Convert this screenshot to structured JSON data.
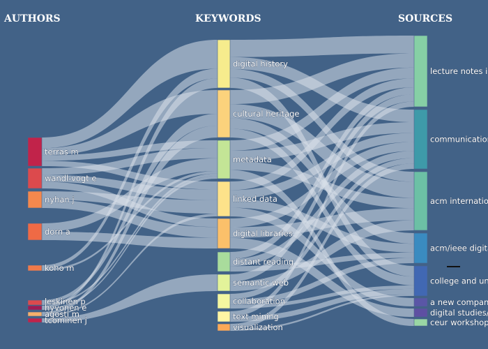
{
  "headers": {
    "authors": "AUTHORS",
    "keywords": "KEYWORDS",
    "sources": "SOURCES"
  },
  "colors": {
    "background": "#426287",
    "link": "#d9e0ea"
  },
  "chart_data": {
    "type": "sankey",
    "columns": [
      "AUTHORS",
      "KEYWORDS",
      "SOURCES"
    ],
    "nodes": {
      "authors": [
        {
          "id": "terras",
          "label": "terras m",
          "value": 16,
          "color": "#c1234a"
        },
        {
          "id": "wandl",
          "label": "wandl-vogt e",
          "value": 12,
          "color": "#dc4a4d"
        },
        {
          "id": "nyhan",
          "label": "nyhan j",
          "value": 10,
          "color": "#f4884d"
        },
        {
          "id": "dorn",
          "label": "dorn a",
          "value": 10,
          "color": "#ef6a45"
        },
        {
          "id": "koho",
          "label": "koho m",
          "value": 3,
          "color": "#f07a4a"
        },
        {
          "id": "leskinen",
          "label": "leskinen p",
          "value": 3,
          "color": "#dc4a4d"
        },
        {
          "id": "hyvonen",
          "label": "hyvonen e",
          "value": 3,
          "color": "#a01b53"
        },
        {
          "id": "agosti",
          "label": "agosti m",
          "value": 3,
          "color": "#f6b06b"
        },
        {
          "id": "tcominen",
          "label": "tcominen j",
          "value": 2,
          "color": "#c1234a"
        }
      ],
      "keywords": [
        {
          "id": "history",
          "label": "digital history",
          "value": 28,
          "color": "#f6ec8d"
        },
        {
          "id": "heritage",
          "label": "cultural heritage",
          "value": 27,
          "color": "#fbd27c"
        },
        {
          "id": "metadata",
          "label": "metadata",
          "value": 22,
          "color": "#c3e596"
        },
        {
          "id": "linked",
          "label": "linked data",
          "value": 20,
          "color": "#fde28a"
        },
        {
          "id": "libraries",
          "label": "digital libraries",
          "value": 17,
          "color": "#fbc06a"
        },
        {
          "id": "distant",
          "label": "distant reading",
          "value": 11,
          "color": "#a9dc9c"
        },
        {
          "id": "semantic",
          "label": "semantic web",
          "value": 9,
          "color": "#e3f39a"
        },
        {
          "id": "collab",
          "label": "collaboration",
          "value": 8,
          "color": "#f4f7a0"
        },
        {
          "id": "textmining",
          "label": "text mining",
          "value": 6,
          "color": "#fef5a4"
        },
        {
          "id": "viz",
          "label": "visualization",
          "value": 4,
          "color": "#fca957"
        }
      ],
      "sources": [
        {
          "id": "lecture",
          "label": "lecture notes in",
          "value": 40,
          "color": "#86cfa5"
        },
        {
          "id": "comm",
          "label": "communication",
          "value": 33,
          "color": "#3e9aa9"
        },
        {
          "id": "acmint",
          "label": "acm internation",
          "value": 34,
          "color": "#6cc0a5"
        },
        {
          "id": "acmieee",
          "label": "acm/ieee digita",
          "value": 17,
          "color": "#3a8bc0"
        },
        {
          "id": "college",
          "label": "college and un",
          "value": 17,
          "color": "#4168b3"
        },
        {
          "id": "newcomp",
          "label": "a new compan",
          "value": 5,
          "color": "#5a56a6"
        },
        {
          "id": "digstud",
          "label": "digital studies/",
          "value": 5,
          "color": "#5e4fa2"
        },
        {
          "id": "ceur",
          "label": "ceur workshop",
          "value": 4,
          "color": "#9ad6a4"
        }
      ]
    },
    "links": [
      {
        "source": "terras",
        "target": "history",
        "value": 6
      },
      {
        "source": "terras",
        "target": "heritage",
        "value": 4
      },
      {
        "source": "terras",
        "target": "metadata",
        "value": 3
      },
      {
        "source": "terras",
        "target": "linked",
        "value": 3
      },
      {
        "source": "wandl",
        "target": "metadata",
        "value": 4
      },
      {
        "source": "wandl",
        "target": "linked",
        "value": 4
      },
      {
        "source": "wandl",
        "target": "libraries",
        "value": 4
      },
      {
        "source": "nyhan",
        "target": "linked",
        "value": 5
      },
      {
        "source": "nyhan",
        "target": "libraries",
        "value": 5
      },
      {
        "source": "dorn",
        "target": "metadata",
        "value": 5
      },
      {
        "source": "dorn",
        "target": "libraries",
        "value": 5
      },
      {
        "source": "koho",
        "target": "history",
        "value": 2
      },
      {
        "source": "koho",
        "target": "metadata",
        "value": 1
      },
      {
        "source": "leskinen",
        "target": "heritage",
        "value": 2
      },
      {
        "source": "leskinen",
        "target": "metadata",
        "value": 1
      },
      {
        "source": "hyvonen",
        "target": "history",
        "value": 2
      },
      {
        "source": "hyvonen",
        "target": "metadata",
        "value": 1
      },
      {
        "source": "agosti",
        "target": "heritage",
        "value": 2
      },
      {
        "source": "agosti",
        "target": "linked",
        "value": 1
      },
      {
        "source": "tcominen",
        "target": "semantic",
        "value": 2
      },
      {
        "source": "history",
        "target": "lecture",
        "value": 10
      },
      {
        "source": "history",
        "target": "comm",
        "value": 7
      },
      {
        "source": "history",
        "target": "acmint",
        "value": 5
      },
      {
        "source": "history",
        "target": "college",
        "value": 6
      },
      {
        "source": "heritage",
        "target": "lecture",
        "value": 8
      },
      {
        "source": "heritage",
        "target": "acmint",
        "value": 8
      },
      {
        "source": "heritage",
        "target": "acmieee",
        "value": 6
      },
      {
        "source": "heritage",
        "target": "college",
        "value": 5
      },
      {
        "source": "metadata",
        "target": "lecture",
        "value": 6
      },
      {
        "source": "metadata",
        "target": "comm",
        "value": 6
      },
      {
        "source": "metadata",
        "target": "acmint",
        "value": 5
      },
      {
        "source": "metadata",
        "target": "ceur",
        "value": 5
      },
      {
        "source": "linked",
        "target": "lecture",
        "value": 5
      },
      {
        "source": "linked",
        "target": "comm",
        "value": 5
      },
      {
        "source": "linked",
        "target": "acmieee",
        "value": 5
      },
      {
        "source": "linked",
        "target": "newcomp",
        "value": 5
      },
      {
        "source": "libraries",
        "target": "comm",
        "value": 5
      },
      {
        "source": "libraries",
        "target": "acmint",
        "value": 6
      },
      {
        "source": "libraries",
        "target": "digstud",
        "value": 6
      },
      {
        "source": "distant",
        "target": "lecture",
        "value": 4
      },
      {
        "source": "distant",
        "target": "comm",
        "value": 4
      },
      {
        "source": "distant",
        "target": "acmieee",
        "value": 3
      },
      {
        "source": "semantic",
        "target": "lecture",
        "value": 4
      },
      {
        "source": "semantic",
        "target": "acmint",
        "value": 5
      },
      {
        "source": "collab",
        "target": "comm",
        "value": 3
      },
      {
        "source": "collab",
        "target": "acmieee",
        "value": 3
      },
      {
        "source": "collab",
        "target": "college",
        "value": 2
      },
      {
        "source": "textmining",
        "target": "lecture",
        "value": 3
      },
      {
        "source": "textmining",
        "target": "college",
        "value": 3
      },
      {
        "source": "viz",
        "target": "comm",
        "value": 3
      },
      {
        "source": "viz",
        "target": "college",
        "value": 1
      }
    ]
  }
}
